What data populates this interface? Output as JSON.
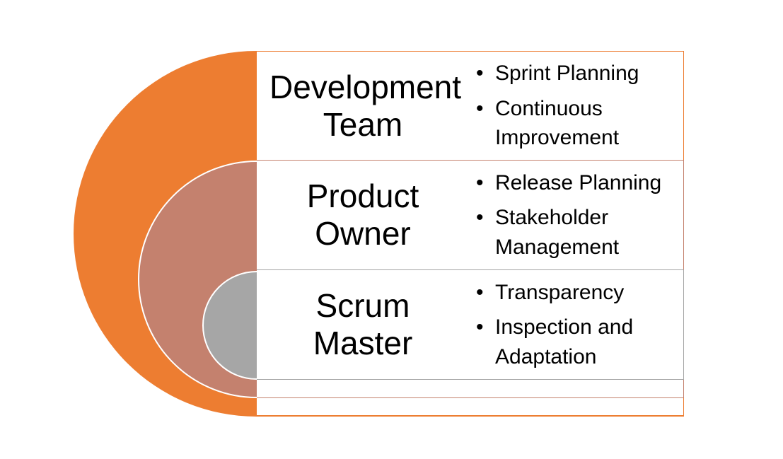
{
  "colors": {
    "orange": "#ED7D31",
    "salmon": "#C4816E",
    "gray": "#A6A6A6",
    "background": "#FFFFFF",
    "text": "#000000"
  },
  "diagram": {
    "type": "nested-target-list",
    "bullet_char": "•",
    "rows": [
      {
        "id": "development-team",
        "title": "Development Team",
        "bullets": [
          "Sprint Planning",
          "Continuous Improvement"
        ],
        "accent_key": "orange",
        "accent": "#ED7D31"
      },
      {
        "id": "product-owner",
        "title": "Product Owner",
        "bullets": [
          "Release Planning",
          "Stakeholder Management"
        ],
        "accent_key": "salmon",
        "accent": "#C4816E"
      },
      {
        "id": "scrum-master",
        "title": "Scrum Master",
        "bullets": [
          "Transparency",
          "Inspection and Adaptation"
        ],
        "accent_key": "gray",
        "accent": "#A6A6A6"
      }
    ],
    "filler_rows": [
      {
        "accent_key": "salmon",
        "accent": "#C4816E"
      },
      {
        "accent_key": "orange",
        "accent": "#ED7D31"
      }
    ]
  }
}
